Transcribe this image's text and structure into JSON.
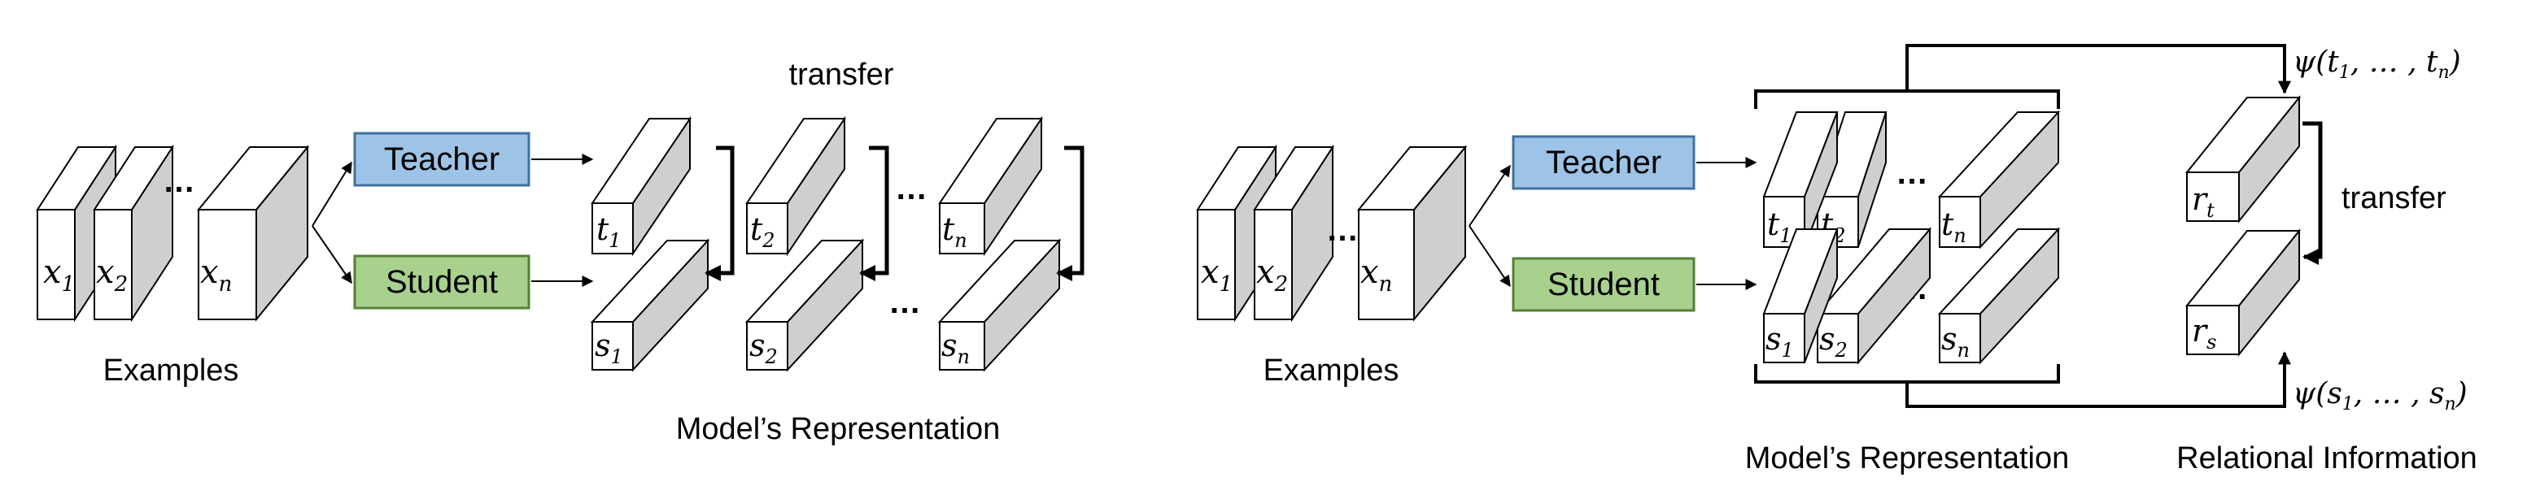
{
  "left": {
    "examples_label": "Examples",
    "x_items": [
      {
        "base": "x",
        "sub": "1"
      },
      {
        "base": "x",
        "sub": "2"
      },
      {
        "base": "x",
        "sub": "n"
      }
    ],
    "ellipsis": "…",
    "teacher": "Teacher",
    "student": "Student",
    "transfer": "transfer",
    "representation_label": "Model’s Representation",
    "t_items": [
      {
        "base": "t",
        "sub": "1"
      },
      {
        "base": "t",
        "sub": "2"
      },
      {
        "base": "t",
        "sub": "n"
      }
    ],
    "s_items": [
      {
        "base": "s",
        "sub": "1"
      },
      {
        "base": "s",
        "sub": "2"
      },
      {
        "base": "s",
        "sub": "n"
      }
    ]
  },
  "right": {
    "examples_label": "Examples",
    "x_items": [
      {
        "base": "x",
        "sub": "1"
      },
      {
        "base": "x",
        "sub": "2"
      },
      {
        "base": "x",
        "sub": "n"
      }
    ],
    "ellipsis": "…",
    "teacher": "Teacher",
    "student": "Student",
    "t_items": [
      {
        "base": "t",
        "sub": "1"
      },
      {
        "base": "t",
        "sub": "2"
      },
      {
        "base": "t",
        "sub": "n"
      }
    ],
    "s_items": [
      {
        "base": "s",
        "sub": "1"
      },
      {
        "base": "s",
        "sub": "2"
      },
      {
        "base": "s",
        "sub": "n"
      }
    ],
    "psi_t": {
      "fn": "ψ",
      "open": "(",
      "a": "t",
      "a_sub": "1",
      "mid": ", … , ",
      "b": "t",
      "b_sub": "n",
      "close": ")"
    },
    "psi_s": {
      "fn": "ψ",
      "open": "(",
      "a": "s",
      "a_sub": "1",
      "mid": ", … , ",
      "b": "s",
      "b_sub": "n",
      "close": ")"
    },
    "r_t": {
      "base": "r",
      "sub": "t"
    },
    "r_s": {
      "base": "r",
      "sub": "s"
    },
    "transfer": "transfer",
    "representation_label": "Model’s Representation",
    "relational_label": "Relational Information"
  }
}
